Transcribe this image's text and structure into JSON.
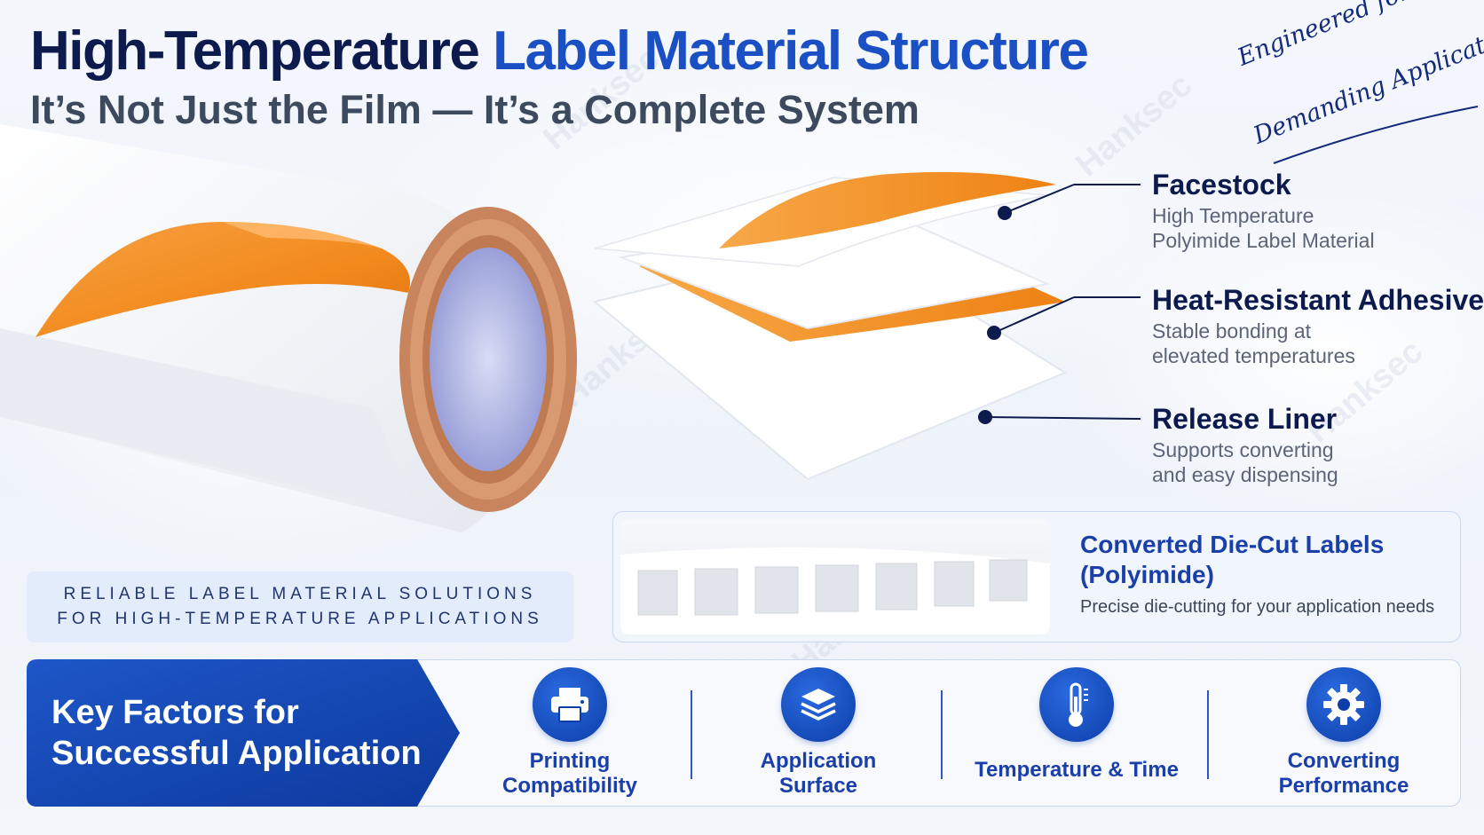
{
  "header": {
    "title_dark": "High-Temperature",
    "title_blue": "Label Material Structure",
    "subtitle": "It’s Not Just the Film — It’s a Complete System",
    "tagline_line1": "Engineered for",
    "tagline_line2": "Demanding Applications"
  },
  "watermark": "Hanksec",
  "layers": [
    {
      "title": "Facestock",
      "desc1": "High Temperature",
      "desc2": "Polyimide Label Material"
    },
    {
      "title": "Heat-Resistant Adhesive",
      "desc1": "Stable bonding at",
      "desc2": "elevated temperatures"
    },
    {
      "title": "Release Liner",
      "desc1": "Supports converting",
      "desc2": "and easy dispensing"
    }
  ],
  "promo": {
    "line1": "RELIABLE LABEL MATERIAL SOLUTIONS",
    "line2": "FOR HIGH-TEMPERATURE APPLICATIONS"
  },
  "diecut": {
    "title_line1": "Converted Die-Cut Labels",
    "title_line2": "(Polyimide)",
    "desc": "Precise die-cutting for your application needs"
  },
  "factors": {
    "heading_line1": "Key Factors for",
    "heading_line2": "Successful Application",
    "items": [
      {
        "icon": "printer-icon",
        "line1": "Printing",
        "line2": "Compatibility"
      },
      {
        "icon": "layers-icon",
        "line1": "Application",
        "line2": "Surface"
      },
      {
        "icon": "thermometer-icon",
        "line1": "Temperature & Time",
        "line2": ""
      },
      {
        "icon": "gear-icon",
        "line1": "Converting",
        "line2": "Performance"
      }
    ]
  },
  "colors": {
    "navy": "#0c1a4d",
    "brand_blue": "#1b4fc4",
    "orange": "#f28a1e",
    "copper": "#c8845c"
  }
}
